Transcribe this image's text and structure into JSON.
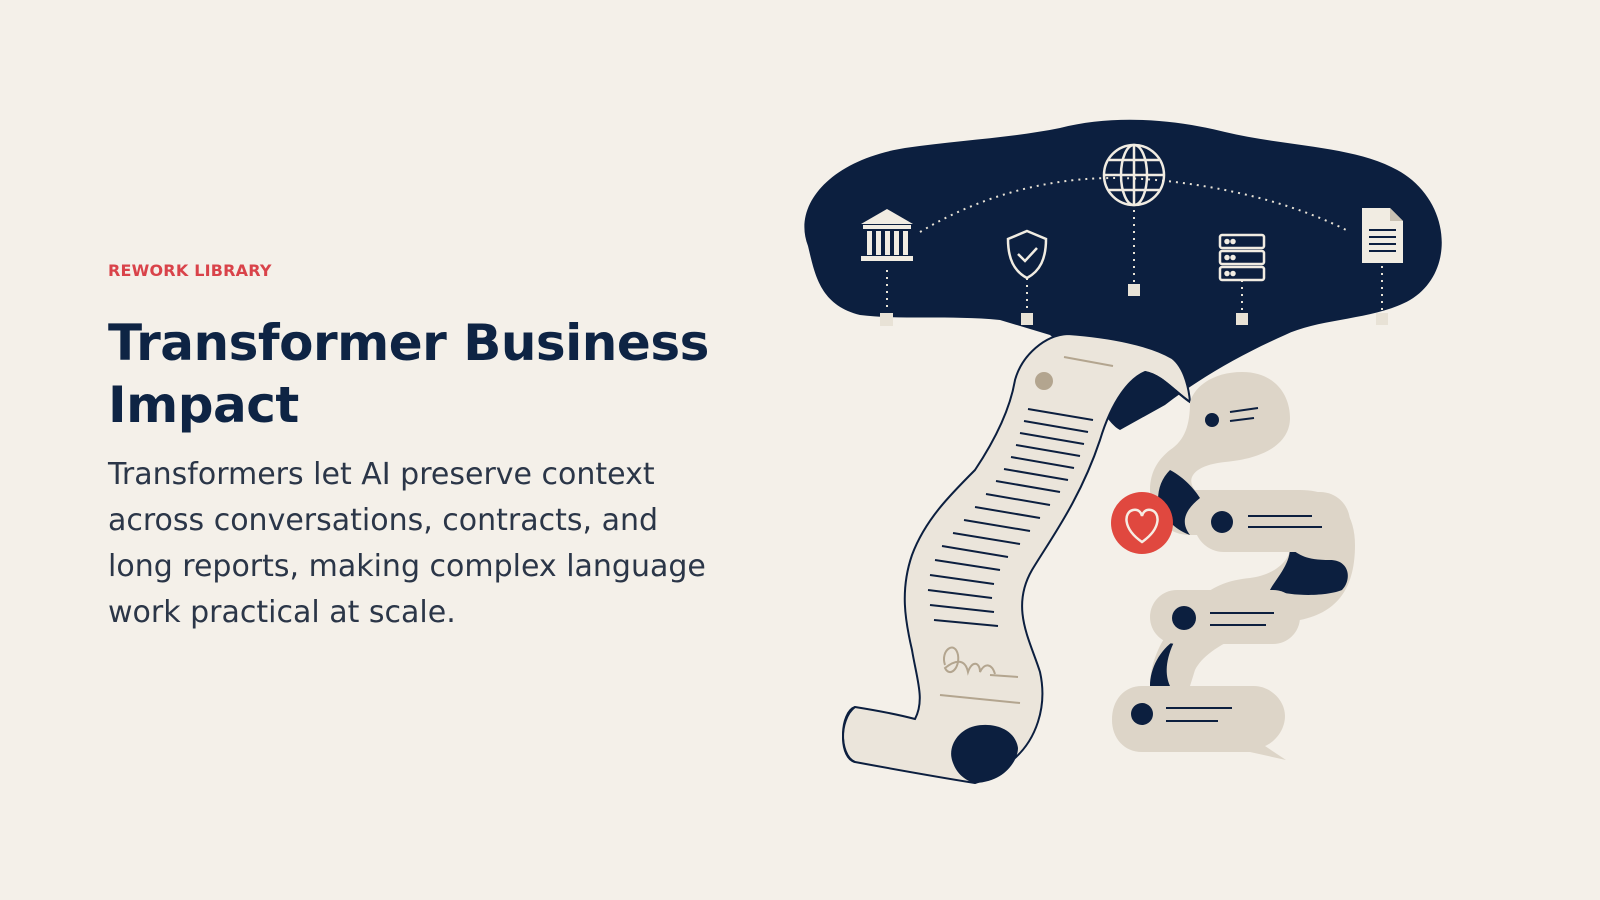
{
  "slide": {
    "eyebrow": "REWORK LIBRARY",
    "title": "Transformer Business Impact",
    "description": "Transformers let AI preserve context across conversations, contracts, and long reports, making complex language work practical at scale."
  },
  "illustration": {
    "icons": [
      "bank-icon",
      "shield-check-icon",
      "globe-icon",
      "server-icon",
      "document-icon",
      "heart-icon"
    ],
    "colors": {
      "navy": "#0c1f3f",
      "cream": "#ebe5db",
      "beige": "#ddd5c8",
      "red": "#e0483f",
      "background": "#f4f0e9"
    }
  }
}
